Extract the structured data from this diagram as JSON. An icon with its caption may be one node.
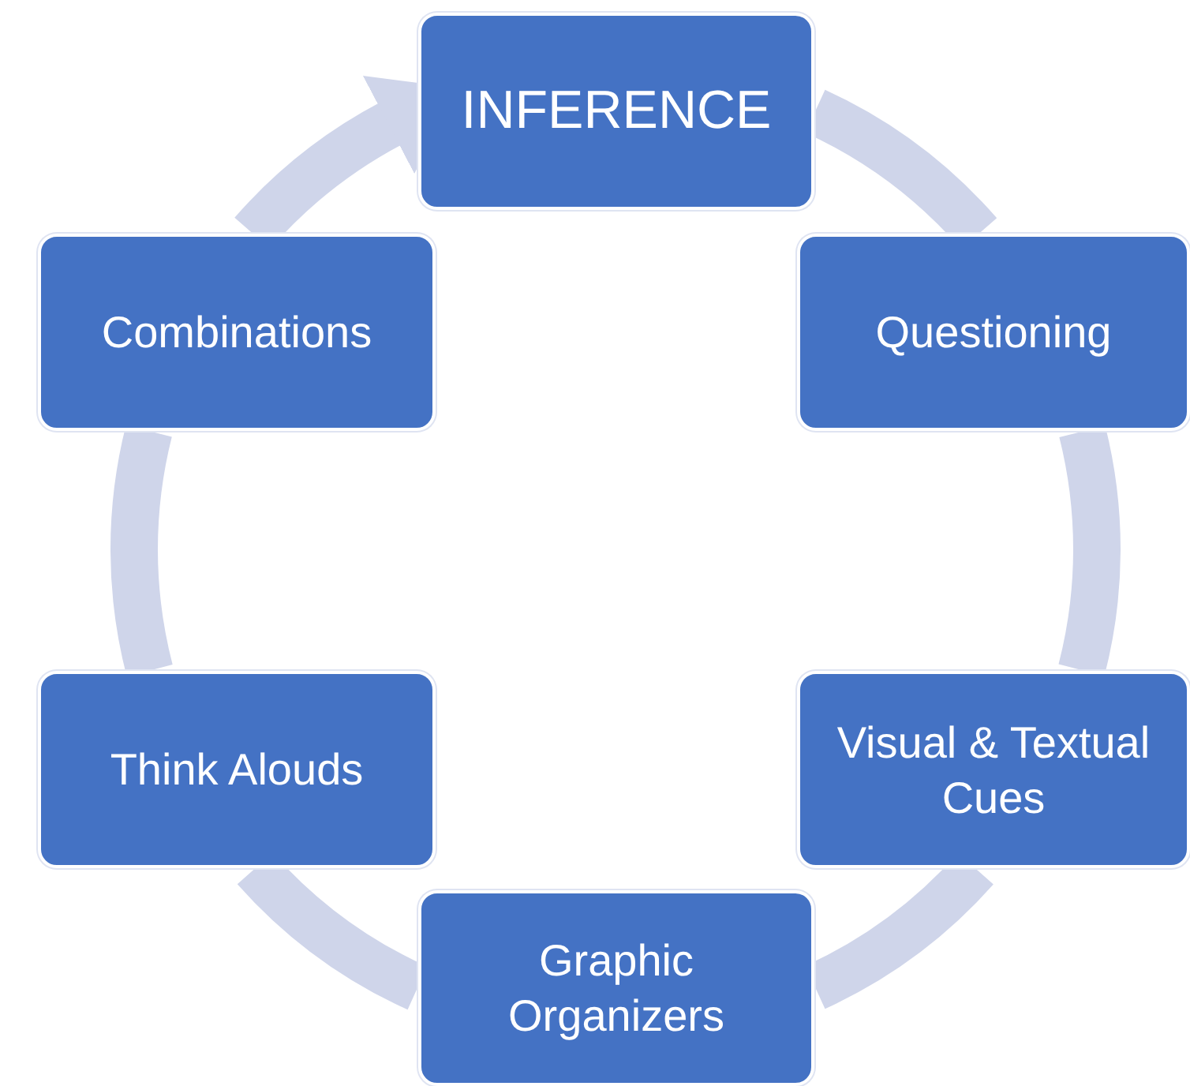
{
  "diagram": {
    "nodes": [
      {
        "text": [
          "INFERENCE"
        ]
      },
      {
        "text": [
          "Questioning"
        ]
      },
      {
        "text": [
          "Visual & Textual Cues"
        ]
      },
      {
        "text": [
          "Graphic Organizers"
        ]
      },
      {
        "text": [
          "Think Alouds"
        ]
      },
      {
        "text": [
          "Combinations"
        ]
      }
    ],
    "edges": [
      {
        "from": 0,
        "to": 1,
        "arrow": "none"
      },
      {
        "from": 1,
        "to": 2,
        "arrow": "none"
      },
      {
        "from": 2,
        "to": 3,
        "arrow": "none"
      },
      {
        "from": 3,
        "to": 4,
        "arrow": "none"
      },
      {
        "from": 4,
        "to": 5,
        "arrow": "none"
      },
      {
        "from": 5,
        "to": 0,
        "arrow": "to"
      }
    ]
  }
}
